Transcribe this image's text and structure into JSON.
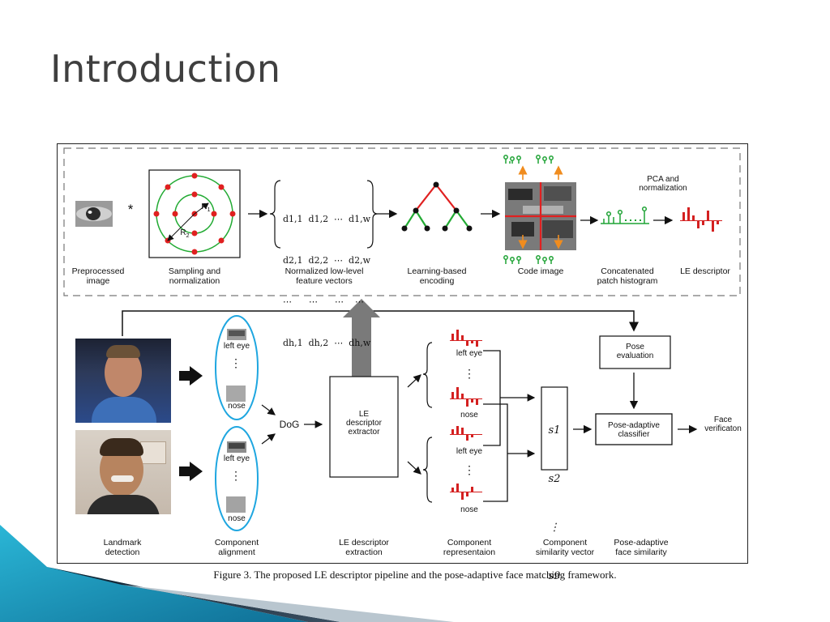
{
  "slide": {
    "title": "Introduction"
  },
  "figure": {
    "top_labels": {
      "preprocessed": "Preprocessed\nimage",
      "sampling": "Sampling and\nnormalization",
      "features": "Normalized low-level\nfeature vectors",
      "learning": "Learning-based\nencoding",
      "code_image": "Code image",
      "histogram": "Concatenated\npatch histogram",
      "le_descriptor": "LE descriptor"
    },
    "pca": "PCA and\nnormalization",
    "star": "*",
    "r1": "R",
    "r2": "R",
    "matrix_rows": [
      "d1,1  d1,2  ⋯  d1,w",
      "d2,1  d2,2  ⋯  d2,w",
      "⋯      ⋯      ⋯    ⋯",
      "dh,1  dh,2  ⋯  dh,w"
    ],
    "component": {
      "left_eye": "left eye",
      "nose": "nose",
      "dots": "⋮"
    },
    "dog": "DoG",
    "le_extractor": "LE\ndescriptor\nextractor",
    "pose_eval": "Pose\nevaluation",
    "pose_classifier": "Pose-adaptive\nclassifier",
    "face_verification": "Face\nverificaton",
    "similarity_vars": [
      "s1",
      "s2",
      "⋮",
      "s9"
    ],
    "bottom_labels": {
      "landmark": "Landmark\ndetection",
      "alignment": "Component\nalignment",
      "extraction": "LE descriptor\nextraction",
      "representation": "Component\nrepresentaion",
      "similarity": "Component\nsimilarity vector",
      "face_similarity": "Pose-adaptive\nface similarity"
    },
    "caption": "Figure 3. The proposed LE descriptor pipeline and the pose-adaptive face matching framework."
  },
  "colors": {
    "accent_teal": "#1aa6c8",
    "accent_blue": "#1e4b6e",
    "red": "#d42020",
    "green": "#1fa335",
    "orange": "#f08c1e",
    "ellipse_blue": "#1ea6e0"
  }
}
